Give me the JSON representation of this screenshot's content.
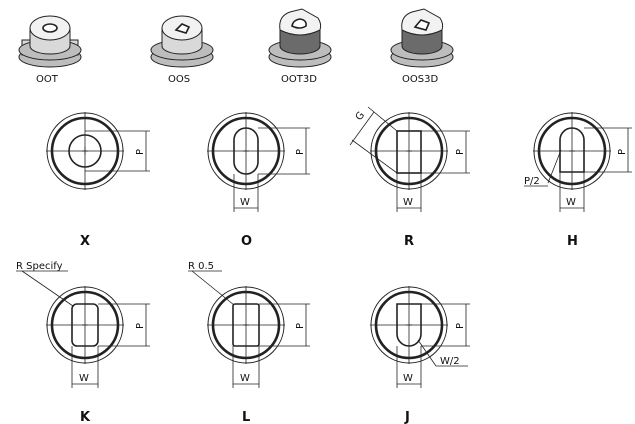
{
  "isometric_labels": [
    "OOT",
    "OOS",
    "OOT3D",
    "OOS3D"
  ],
  "profiles": [
    {
      "letter": "X"
    },
    {
      "letter": "O"
    },
    {
      "letter": "R"
    },
    {
      "letter": "H"
    },
    {
      "letter": "K"
    },
    {
      "letter": "L"
    },
    {
      "letter": "J"
    }
  ],
  "dims": {
    "p": "P",
    "w": "W",
    "g": "G",
    "p_half": "P/2",
    "r_specify": "R Specify",
    "r_half": "R 0.5",
    "w_half": "W/2"
  }
}
